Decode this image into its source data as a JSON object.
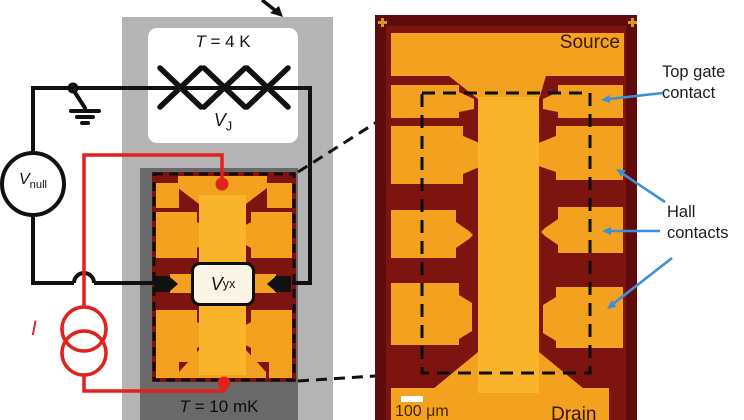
{
  "figure": {
    "cryostat": {
      "outer_color": "#b4b4b4",
      "inner_color": "#696969",
      "jj_stage": {
        "temp": {
          "symbol": "T",
          "rest": " = 4 K"
        },
        "junction_voltage": {
          "symbol": "V",
          "sub": "J"
        }
      },
      "mixing_chamber": {
        "temp": {
          "symbol": "T",
          "rest": " = 10 mK"
        }
      }
    },
    "circuit": {
      "accent_red": "#e2201c",
      "null_voltmeter": {
        "symbol": "V",
        "sub": "null"
      },
      "current_label": "I",
      "hall_voltmeter": {
        "symbol": "V",
        "sub": "yx"
      }
    },
    "micrograph": {
      "chip_border": "#5e0c0e",
      "chip_bg": "#7d1410",
      "pad_gold": "#f2a21f",
      "bar_gold": "#f9b42c",
      "marker_gold": "#d19a1e",
      "source_label": "Source",
      "drain_label": "Drain",
      "scale_label": "100 μm"
    },
    "annotations": {
      "arrow_blue": "#3e8ed8",
      "top_gate": {
        "line1": "Top gate",
        "line2": "contact"
      },
      "hall": {
        "line1": "Hall",
        "line2": "contacts"
      }
    }
  }
}
